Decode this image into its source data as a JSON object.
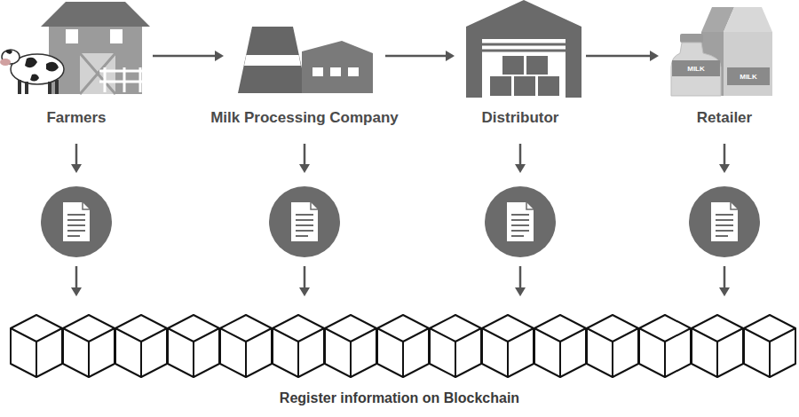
{
  "diagram": {
    "nodes": [
      {
        "text": [
          "Farmers"
        ]
      },
      {
        "text": [
          "Milk Processing Company"
        ]
      },
      {
        "text": [
          "Distributor"
        ]
      },
      {
        "text": [
          "Retailer"
        ]
      },
      {
        "text": [
          "Register information on Blockchain"
        ]
      }
    ],
    "edges": [
      {
        "from": 0,
        "to": 1,
        "arrow": "to"
      },
      {
        "from": 1,
        "to": 2,
        "arrow": "to"
      },
      {
        "from": 2,
        "to": 3,
        "arrow": "to"
      },
      {
        "from": 0,
        "to": 4,
        "arrow": "to"
      },
      {
        "from": 1,
        "to": 4,
        "arrow": "to"
      },
      {
        "from": 2,
        "to": 4,
        "arrow": "to"
      },
      {
        "from": 3,
        "to": 4,
        "arrow": "to"
      }
    ],
    "labels": [
      "MILK",
      "MILK"
    ]
  }
}
